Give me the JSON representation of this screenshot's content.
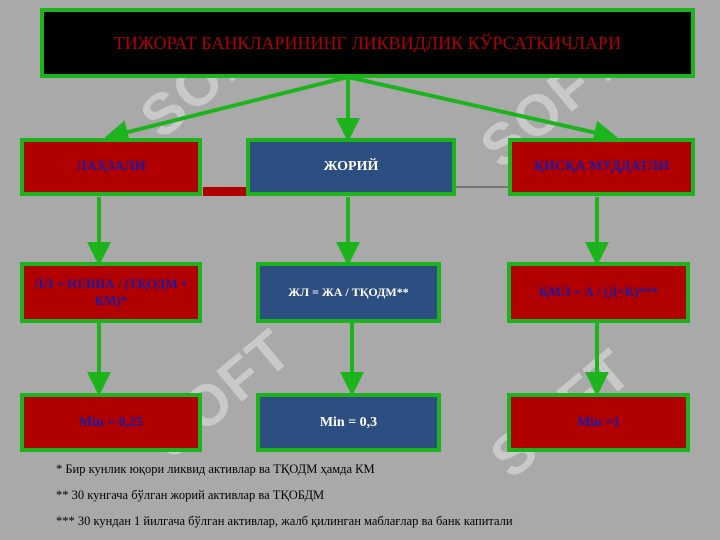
{
  "watermark": "SOFT",
  "header": {
    "title": "ТИЖОРАТ БАНКЛАРИНИНГ ЛИКВИДЛИК КЎРСАТКИЧЛАРИ"
  },
  "columns": [
    {
      "name": "ЛАҲЗАЛИ",
      "formula": "ЛЛ = ЮЛША / (ТҚОДМ + КМ)*",
      "minimum": "Min = 0,25"
    },
    {
      "name": "ЖОРИЙ",
      "formula": "ЖЛ = ЖА / ТҚОДМ**",
      "minimum": "Min = 0,3"
    },
    {
      "name": "ҚИСҚА МУДДАТЛИ",
      "formula": "ҚМЛ = А / (Д+К)***",
      "minimum": "Min =1"
    }
  ],
  "footnotes": [
    "* Бир кунлик юқори ликвид активлар ва ТҚОДМ ҳамда КМ",
    "** 30 кунгача бўлган жорий активлар ва ТҚОБДМ",
    "*** 30 кундан 1 йилгача бўлган активлар, жалб қилинган маблағлар ва банк капитали"
  ],
  "colors": {
    "background": "#a9a9a9",
    "box_red": "#b00000",
    "box_blue": "#2d4e80",
    "border_green": "#1db31d",
    "title_box": "#000000"
  }
}
